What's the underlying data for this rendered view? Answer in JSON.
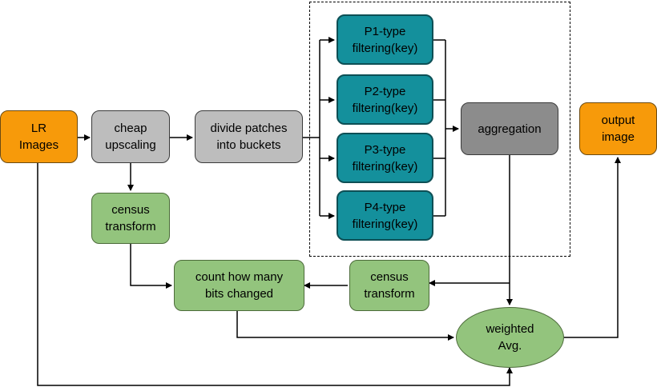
{
  "nodes": {
    "lr_images": "LR\nImages",
    "cheap_upscaling": "cheap\nupscaling",
    "divide_patches": "divide patches\ninto buckets",
    "p1_filtering": "P1-type\nfiltering(key)",
    "p2_filtering": "P2-type\nfiltering(key)",
    "p3_filtering": "P3-type\nfiltering(key)",
    "p4_filtering": "P4-type\nfiltering(key)",
    "aggregation": "aggregation",
    "output_image": "output\nimage",
    "census_transform_left": "census\ntransform",
    "census_transform_right": "census\ntransform",
    "count_bits": "count how many\nbits changed",
    "weighted_avg": "weighted\nAvg."
  },
  "colors": {
    "input_output": "#f79a0a",
    "process_gray": "#bdbdbd",
    "aggregation_gray": "#8c8c8c",
    "census_green": "#93c47d",
    "filter_teal": "#14909c",
    "arrow": "#000000"
  }
}
